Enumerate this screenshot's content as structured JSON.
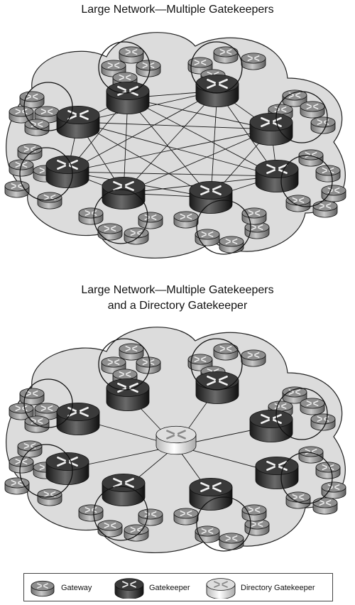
{
  "diagram_top": {
    "title": "Large Network—Multiple Gatekeepers"
  },
  "diagram_bottom": {
    "title_line1": "Large Network—Multiple Gatekeepers",
    "title_line2": "and a Directory Gatekeeper"
  },
  "legend": {
    "gateway": "Gateway",
    "gatekeeper": "Gatekeeper",
    "directory_gatekeeper": "Directory Gatekeeper"
  },
  "colors": {
    "cloud_fill": "#dcdcdc",
    "gateway_fill": "#9a9a9a",
    "gatekeeper_fill": "#2e2e2e",
    "directory_fill": "#e6e6e6"
  }
}
